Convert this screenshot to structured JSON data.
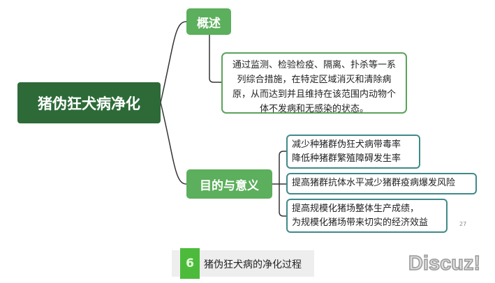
{
  "central": "猪伪狂犬病净化",
  "overview": {
    "title": "概述",
    "text": "通过监测、检验检疫、隔离、扑杀等一系列综合措施，在特定区域消灭和清除病原，从而达到并且维持在该范围内动物个体不发病和无感染的状态。"
  },
  "purpose": {
    "title": "目的与意义",
    "items": [
      "减少种猪群伪狂犬病带毒率\n降低种猪群繁殖障碍发生率",
      "提高猪群抗体水平减少猪群疫病爆发风险",
      "提高规模化猪场整体生产成绩，\n为规模化猪场带来切实的经济效益"
    ]
  },
  "page_number": "27",
  "caption": {
    "number": "6",
    "text": "猪伪狂犬病的净化过程"
  },
  "watermark": "Discuz!"
}
